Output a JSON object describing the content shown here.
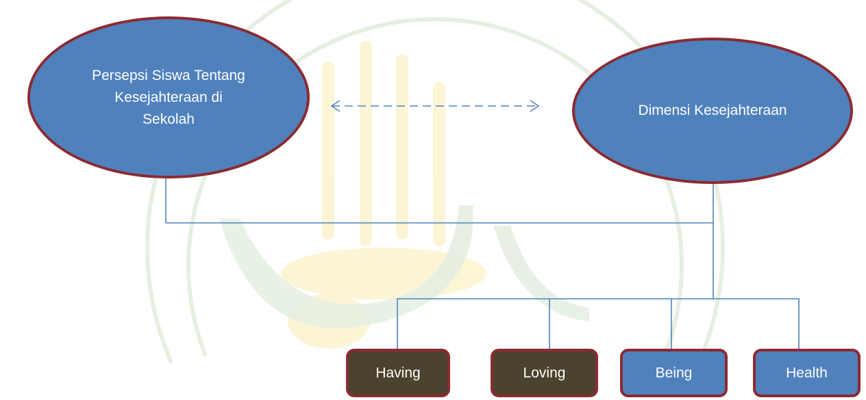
{
  "nodes": {
    "perception": {
      "label": "Persepsi Siswa Tentang Kesejahteraan di Sekolah"
    },
    "dimension": {
      "label": "Dimensi Kesejahteraan"
    }
  },
  "dimensions": [
    {
      "label": "Having",
      "style": "dark"
    },
    {
      "label": "Loving",
      "style": "dark"
    },
    {
      "label": "Being",
      "style": "blue"
    },
    {
      "label": "Health",
      "style": "blue"
    }
  ],
  "colors": {
    "ellipse_fill": "#4f81bd",
    "node_border": "#8c2a32",
    "dark_box_fill": "#4b432d",
    "connector": "#4f81bd",
    "watermark": "#e6efe2",
    "watermark_accent": "#fbf4cf"
  }
}
